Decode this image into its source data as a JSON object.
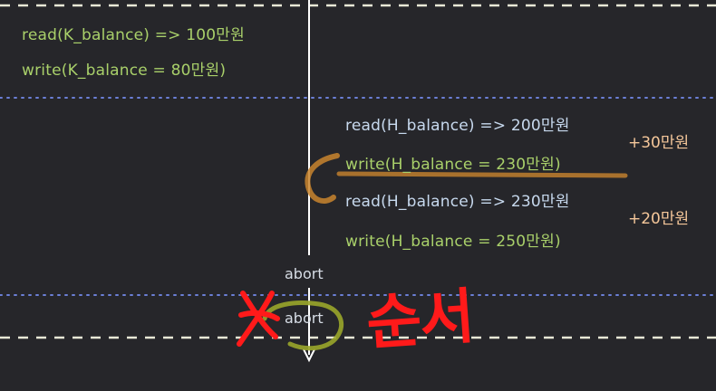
{
  "transaction_k": {
    "read": "read(K_balance) => 100만원",
    "write": "write(K_balance = 80만원)"
  },
  "transaction_h": {
    "read1": "read(H_balance) => 200만원",
    "write1": "write(H_balance = 230만원)",
    "read2": "read(H_balance) => 230만원",
    "write2": "write(H_balance = 250만원)"
  },
  "deltas": {
    "first": "+30만원",
    "second": "+20만원"
  },
  "abort": {
    "first": "abort",
    "second": "abort"
  },
  "annotation": {
    "handwritten": "순서"
  },
  "colors": {
    "background": "#26262a",
    "dashed_line": "#e8e8d6",
    "dotted_line": "#6b7fd6",
    "timeline": "#ffffff",
    "green_text": "#a9d06a",
    "read_text": "#c7d9ee",
    "delta_text": "#f5c79a",
    "orange_highlight": "#c9852e",
    "yellow_highlight": "#9aa62a",
    "red_ink": "#ff1a1a"
  }
}
